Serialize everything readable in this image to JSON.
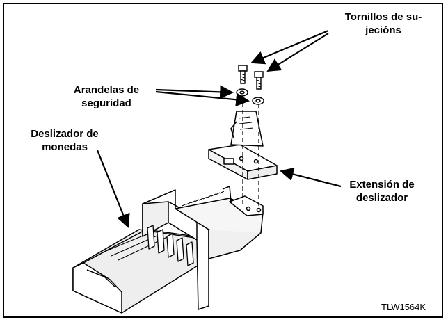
{
  "labels": {
    "screws_line1": "Tornillos de su-",
    "screws_line2": "jecións",
    "washers_line1": "Arandelas de",
    "washers_line2": "seguridad",
    "slide_line1": "Deslizador de",
    "slide_line2": "monedas",
    "ext_line1": "Extensión de",
    "ext_line2": "deslizador"
  },
  "figure_code": "TLW1564K",
  "colors": {
    "line": "#000000",
    "background": "#ffffff",
    "body_shade": "#f2f2f2"
  }
}
